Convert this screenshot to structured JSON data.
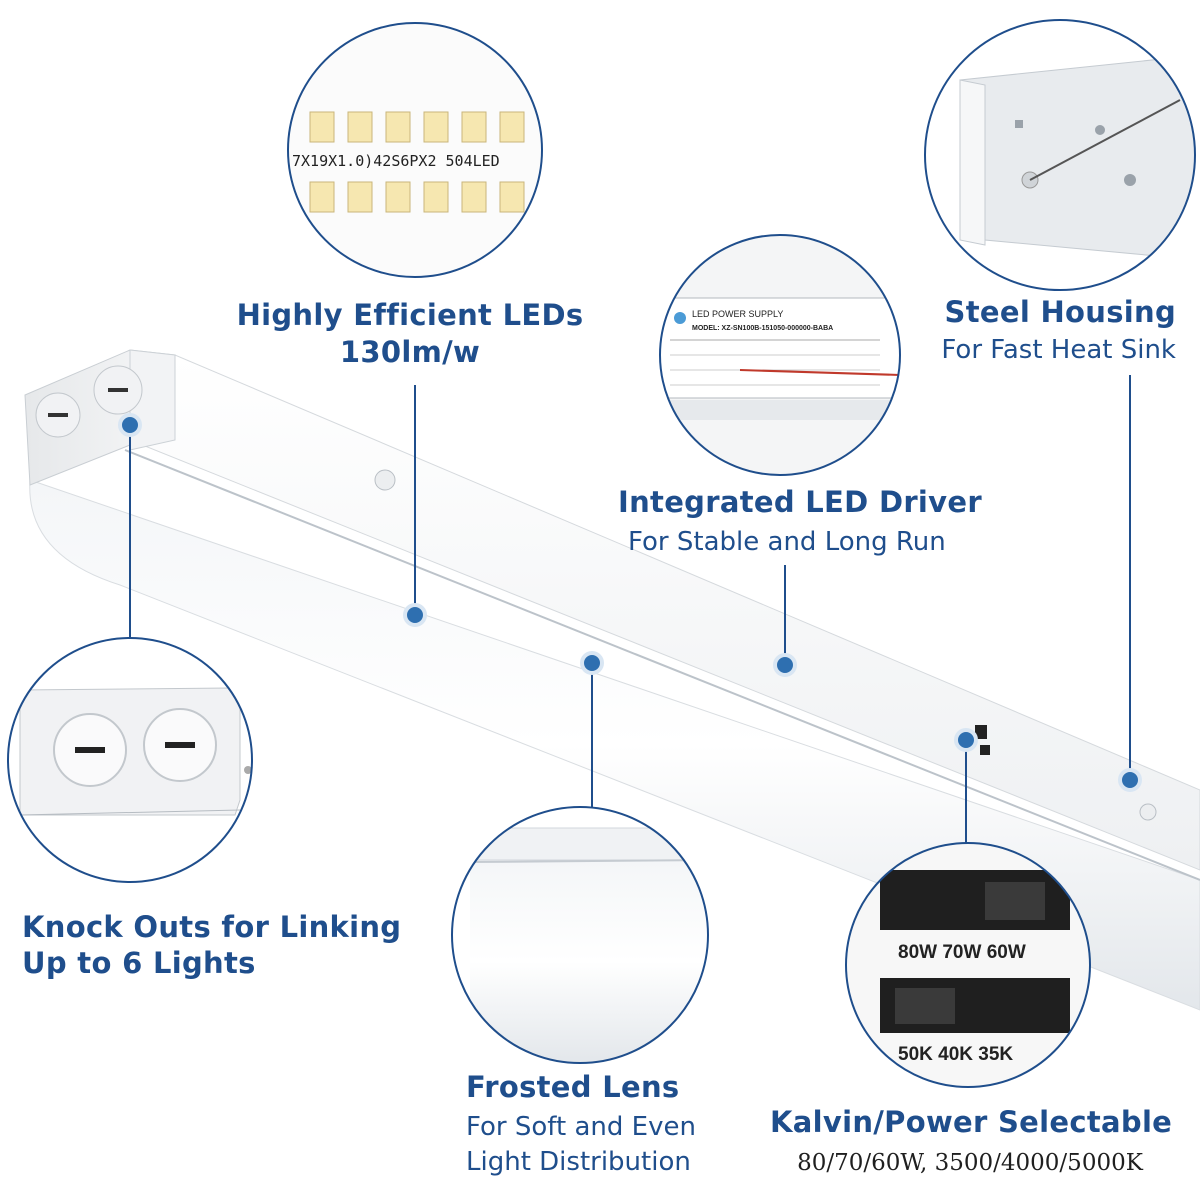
{
  "features": {
    "leds": {
      "title": "Highly Efficient LEDs",
      "sub": "130lm/w",
      "chip_text": "7X19X1.0)42S6PX2 504LED"
    },
    "steel": {
      "title": "Steel Housing",
      "sub": "For Fast Heat Sink"
    },
    "driver": {
      "title": "Integrated LED Driver",
      "sub": "For Stable and Long Run",
      "label_heading": "LED POWER SUPPLY",
      "label_model": "MODEL: XZ-SN100B-151050-000000-BABA"
    },
    "knockouts": {
      "title_line1": "Knock Outs for Linking",
      "title_line2": "Up to 6 Lights"
    },
    "lens": {
      "title": "Frosted Lens",
      "sub_line1": "For Soft and Even",
      "sub_line2": "Light Distribution"
    },
    "selectable": {
      "title": "Kalvin/Power Selectable",
      "sub": "80/70/60W, 3500/4000/5000K",
      "power_labels": "80W 70W 60W",
      "cct_labels": "50K  40K  35K"
    }
  },
  "colors": {
    "accent": "#1f4e8c",
    "dot": "#2e6fb0",
    "circle_border": "#1f4e8c"
  }
}
